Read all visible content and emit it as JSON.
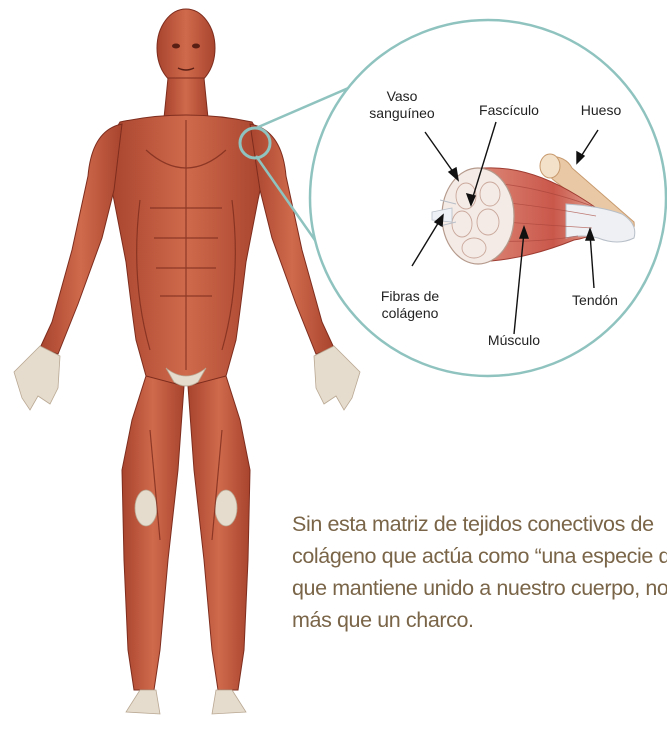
{
  "labels": {
    "blood_vessel": [
      "Vaso",
      "sanguíneo"
    ],
    "fascicle": "Fascículo",
    "bone": "Hueso",
    "collagen_fibers": [
      "Fibras de",
      "colágeno"
    ],
    "tendon": "Tendón",
    "muscle": "Músculo"
  },
  "caption": {
    "lines": [
      "Sin esta matriz de tejidos conectivos de",
      "colágeno que actúa como “una especie de pegamento”",
      "que mantiene unido a nuestro cuerpo, no seríamos",
      "más que un charco."
    ]
  },
  "colors": {
    "muscle": "#c0553a",
    "muscle_dark": "#8e3424",
    "tendon": "#e6dccd",
    "circle_outline": "#8fc3bf",
    "caption_text": "#7a6548"
  }
}
